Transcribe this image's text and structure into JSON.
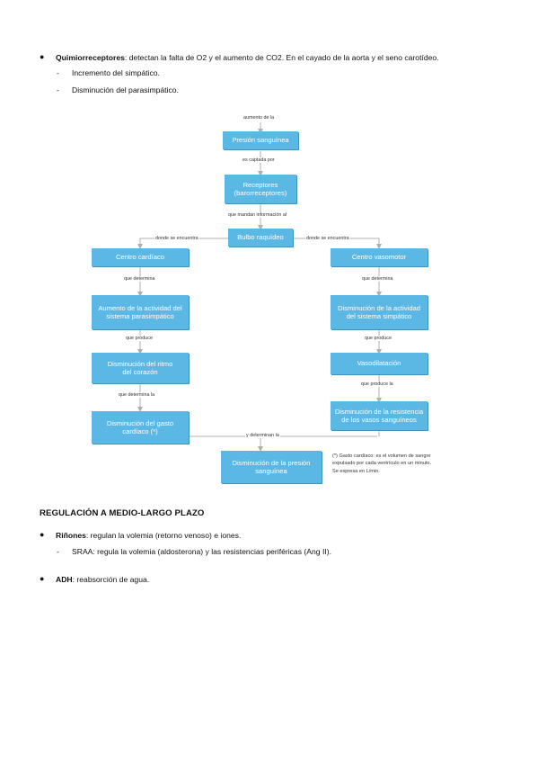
{
  "top_section": {
    "item1": {
      "term": "Quimiorreceptores",
      "text": ": detectan la falta de O2 y el aumento de CO2. En el cayado de la aorta y el seno carotídeo.",
      "subitems": [
        "Incremento del simpático.",
        "Disminución del parasimpático."
      ]
    }
  },
  "diagram": {
    "labels": {
      "l1": "aumento de la",
      "l2": "es captada por",
      "l3": "que mandan información al",
      "l4_left": "donde se encuentra",
      "l4_right": "donde se encuentra",
      "l5_left": "que determina",
      "l5_right": "que determina",
      "l6_left": "que produce",
      "l6_right": "que produce",
      "l7_left": "que determina la",
      "l7_right": "que produce la",
      "l8": "y determinan la"
    },
    "boxes": {
      "presion": "Presión sanguínea",
      "receptores": "Receptores\n(barorreceptores)",
      "bulbo": "Bulbo raquídeo",
      "centro_cardiaco": "Centro cardíaco",
      "centro_vasomotor": "Centro vasomotor",
      "aumento_parasimpatico": "Aumento de la actividad del\nsistema parasimpático",
      "disminucion_simpatico": "Disminución de la actividad\ndel sistema simpático",
      "disminucion_ritmo": "Disminución del ritmo\ndel corazón",
      "vasodilatacion": "Vasodilatación",
      "disminucion_gasto": "Disminución del gasto\ncardíaco (*)",
      "disminucion_resistencia": "Disminución de la resistencia\nde los vasos sanguíneos",
      "disminucion_presion": "Disminución de la presión\nsanguínea"
    },
    "note": "(*) Gasto cardíaco: es el volumen de sangre\nexpulsado por cada ventrículo en un minuto.\nSe expresa en L/min."
  },
  "section2": {
    "heading": "REGULACIÓN A MEDIO-LARGO PLAZO",
    "item1": {
      "term": "Riñones",
      "text": ": regulan la volemia (retorno venoso) e iones.",
      "subitems": [
        "SRAA: regula la volemia (aldosterona) y las resistencias periféricas (Ang II)."
      ]
    },
    "item2": {
      "term": "ADH",
      "text": ": reabsorción de agua."
    }
  },
  "colors": {
    "box": "#5bb8e4",
    "line": "#b0b0b0"
  }
}
